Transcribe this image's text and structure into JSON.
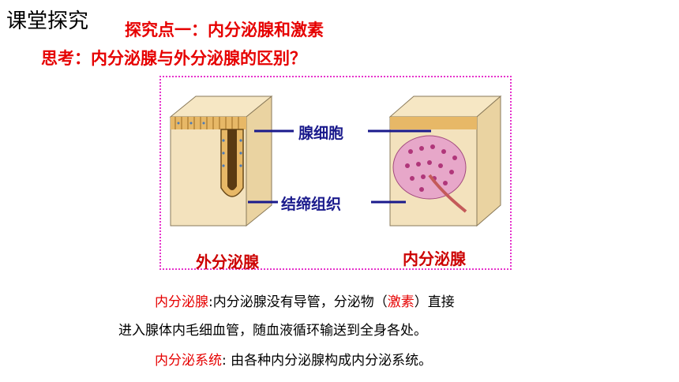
{
  "slide": {
    "title": "课堂探究",
    "point_heading": "探究点一：内分泌腺和激素",
    "question": "思考：内分泌腺与外分泌腺的区别？"
  },
  "diagram": {
    "label_gland_cell": "腺细胞",
    "label_connective_tissue": "结缔组织",
    "label_exocrine": "外分泌腺",
    "label_endocrine": "内分泌腺",
    "colors": {
      "border": "#e633cc",
      "tissue": "#f3e2bd",
      "cells": "#d77ab0",
      "leader": "#1a1a8c"
    }
  },
  "definitions": {
    "endocrine_term": "内分泌腺",
    "endocrine_line1_a": ":内分泌腺没有导管，分泌物（",
    "endocrine_hormone": "激素",
    "endocrine_line1_b": "）直接",
    "endocrine_line2": "进入腺体内毛细血管，随血液循环输送到全身各处。",
    "system_term": "内分泌系统",
    "system_text": ": 由各种内分泌腺构成内分泌系统。"
  }
}
